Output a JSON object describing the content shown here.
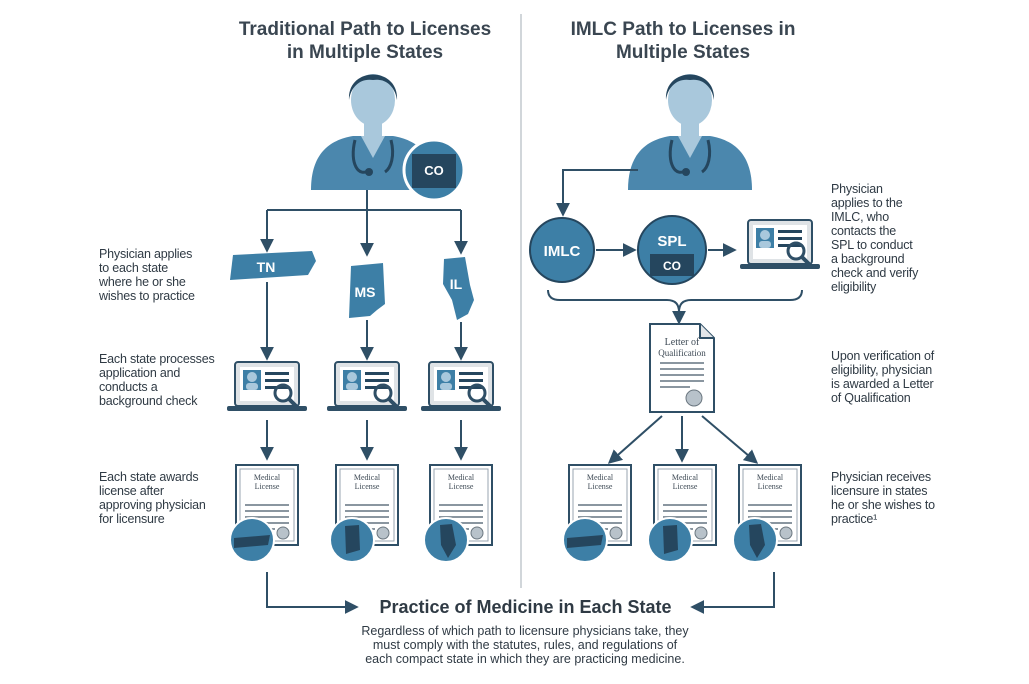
{
  "traditional": {
    "title_line1": "Traditional Path to Licenses",
    "title_line2": "in Multiple States",
    "physician_state": "CO",
    "states": [
      "TN",
      "MS",
      "IL"
    ],
    "steps": {
      "apply": [
        "Physician applies",
        "to each state",
        "where he or she",
        "wishes to practice"
      ],
      "process": [
        "Each state processes",
        "application and",
        "conducts a",
        "background check"
      ],
      "award": [
        "Each state awards",
        "license after",
        "approving physician",
        "for licensure"
      ]
    }
  },
  "imlc": {
    "title_line1": "IMLC Path to Licenses in",
    "title_line2": "Multiple States",
    "node_imlc": "IMLC",
    "node_spl": "SPL",
    "node_spl_state": "CO",
    "steps": {
      "apply": [
        "Physician",
        "applies to the",
        "IMLC, who",
        "contacts the",
        "SPL to conduct",
        "a background",
        "check and verify",
        "eligibility"
      ],
      "verify": [
        "Upon verification of",
        "eligibility, physician",
        "is awarded a Letter",
        "of Qualification"
      ],
      "receive": [
        "Physician receives",
        "licensure in states",
        "he or she wishes to",
        "practice¹"
      ]
    },
    "letter_line1": "Letter of",
    "letter_line2": "Qualification"
  },
  "license_doc": {
    "line1": "Medical",
    "line2": "License"
  },
  "footer": {
    "title": "Practice of Medicine in Each State",
    "text_lines": [
      "Regardless of which path to licensure physicians take, they",
      "must comply with the statutes, rules, and regulations of",
      "each compact state in which they are practicing medicine."
    ]
  },
  "colors": {
    "primary": "#3d7fa6",
    "dark": "#25465e",
    "skin": "#a9c8dc",
    "gray": "#e2e5e8",
    "line": "#2f4f66"
  }
}
